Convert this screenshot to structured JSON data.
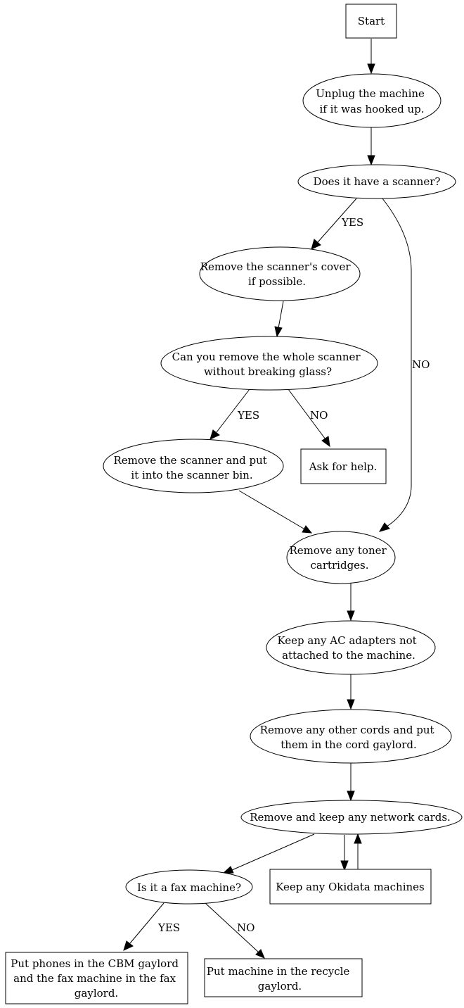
{
  "nodes": {
    "start": {
      "lines": [
        "Start"
      ]
    },
    "unplug": {
      "lines": [
        "Unplug the machine",
        "if it was hooked up."
      ]
    },
    "has_scanner": {
      "lines": [
        "Does it have a scanner?"
      ]
    },
    "remove_cover": {
      "lines": [
        "Remove the scanner's cover",
        "if possible."
      ]
    },
    "whole_scanner": {
      "lines": [
        "Can you remove the whole scanner",
        "without breaking glass?"
      ]
    },
    "remove_scanner": {
      "lines": [
        "Remove the scanner and put",
        "it into the scanner bin."
      ]
    },
    "ask_help": {
      "lines": [
        "Ask for help."
      ]
    },
    "toner": {
      "lines": [
        "Remove any toner",
        "cartridges."
      ]
    },
    "ac_adapters": {
      "lines": [
        "Keep any AC adapters not",
        "attached to the machine."
      ]
    },
    "cords": {
      "lines": [
        "Remove any other cords and put",
        "them in the cord gaylord."
      ]
    },
    "network_cards": {
      "lines": [
        "Remove and keep any network cards."
      ]
    },
    "okidata": {
      "lines": [
        "Keep any Okidata machines"
      ]
    },
    "fax": {
      "lines": [
        "Is it a fax machine?"
      ]
    },
    "cbm": {
      "lines": [
        "Put phones in the CBM gaylord",
        "and the fax machine in the fax",
        "gaylord."
      ]
    },
    "recycle": {
      "lines": [
        "Put machine in the recycle",
        "gaylord."
      ]
    }
  },
  "edge_labels": {
    "scanner_yes": "YES",
    "scanner_no": "NO",
    "whole_yes": "YES",
    "whole_no": "NO",
    "fax_yes": "YES",
    "fax_no": "NO"
  }
}
